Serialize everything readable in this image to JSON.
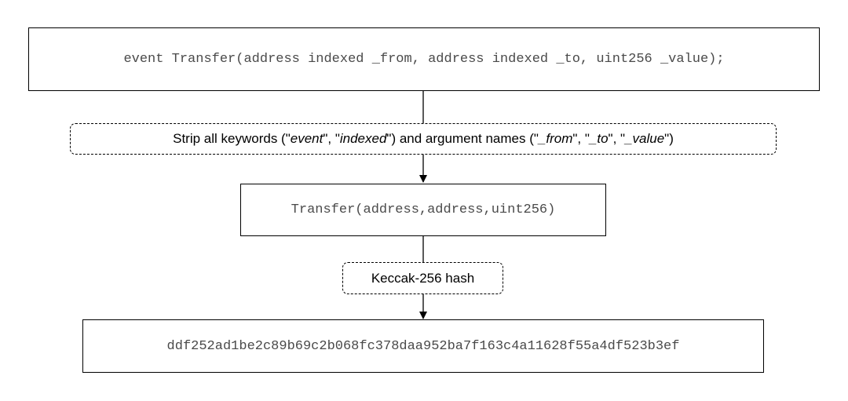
{
  "diagram": {
    "event_declaration": "event Transfer(address indexed _from, address indexed _to, uint256 _value);",
    "strip_step": {
      "prefix": "Strip all keywords (\"",
      "kw_event": "event",
      "sep1": "\", \"",
      "kw_indexed": "indexed",
      "mid": "\") and argument names (\"",
      "arg_from": "_from",
      "sep2": "\", \"",
      "arg_to": "_to",
      "sep3": "\", \"",
      "arg_value": "_value",
      "suffix": "\")"
    },
    "signature": "Transfer(address,address,uint256)",
    "hash_step": "Keccak-256 hash",
    "topic_hash": "ddf252ad1be2c89b69c2b068fc378daa952ba7f163c4a11628f55a4df523b3ef"
  }
}
